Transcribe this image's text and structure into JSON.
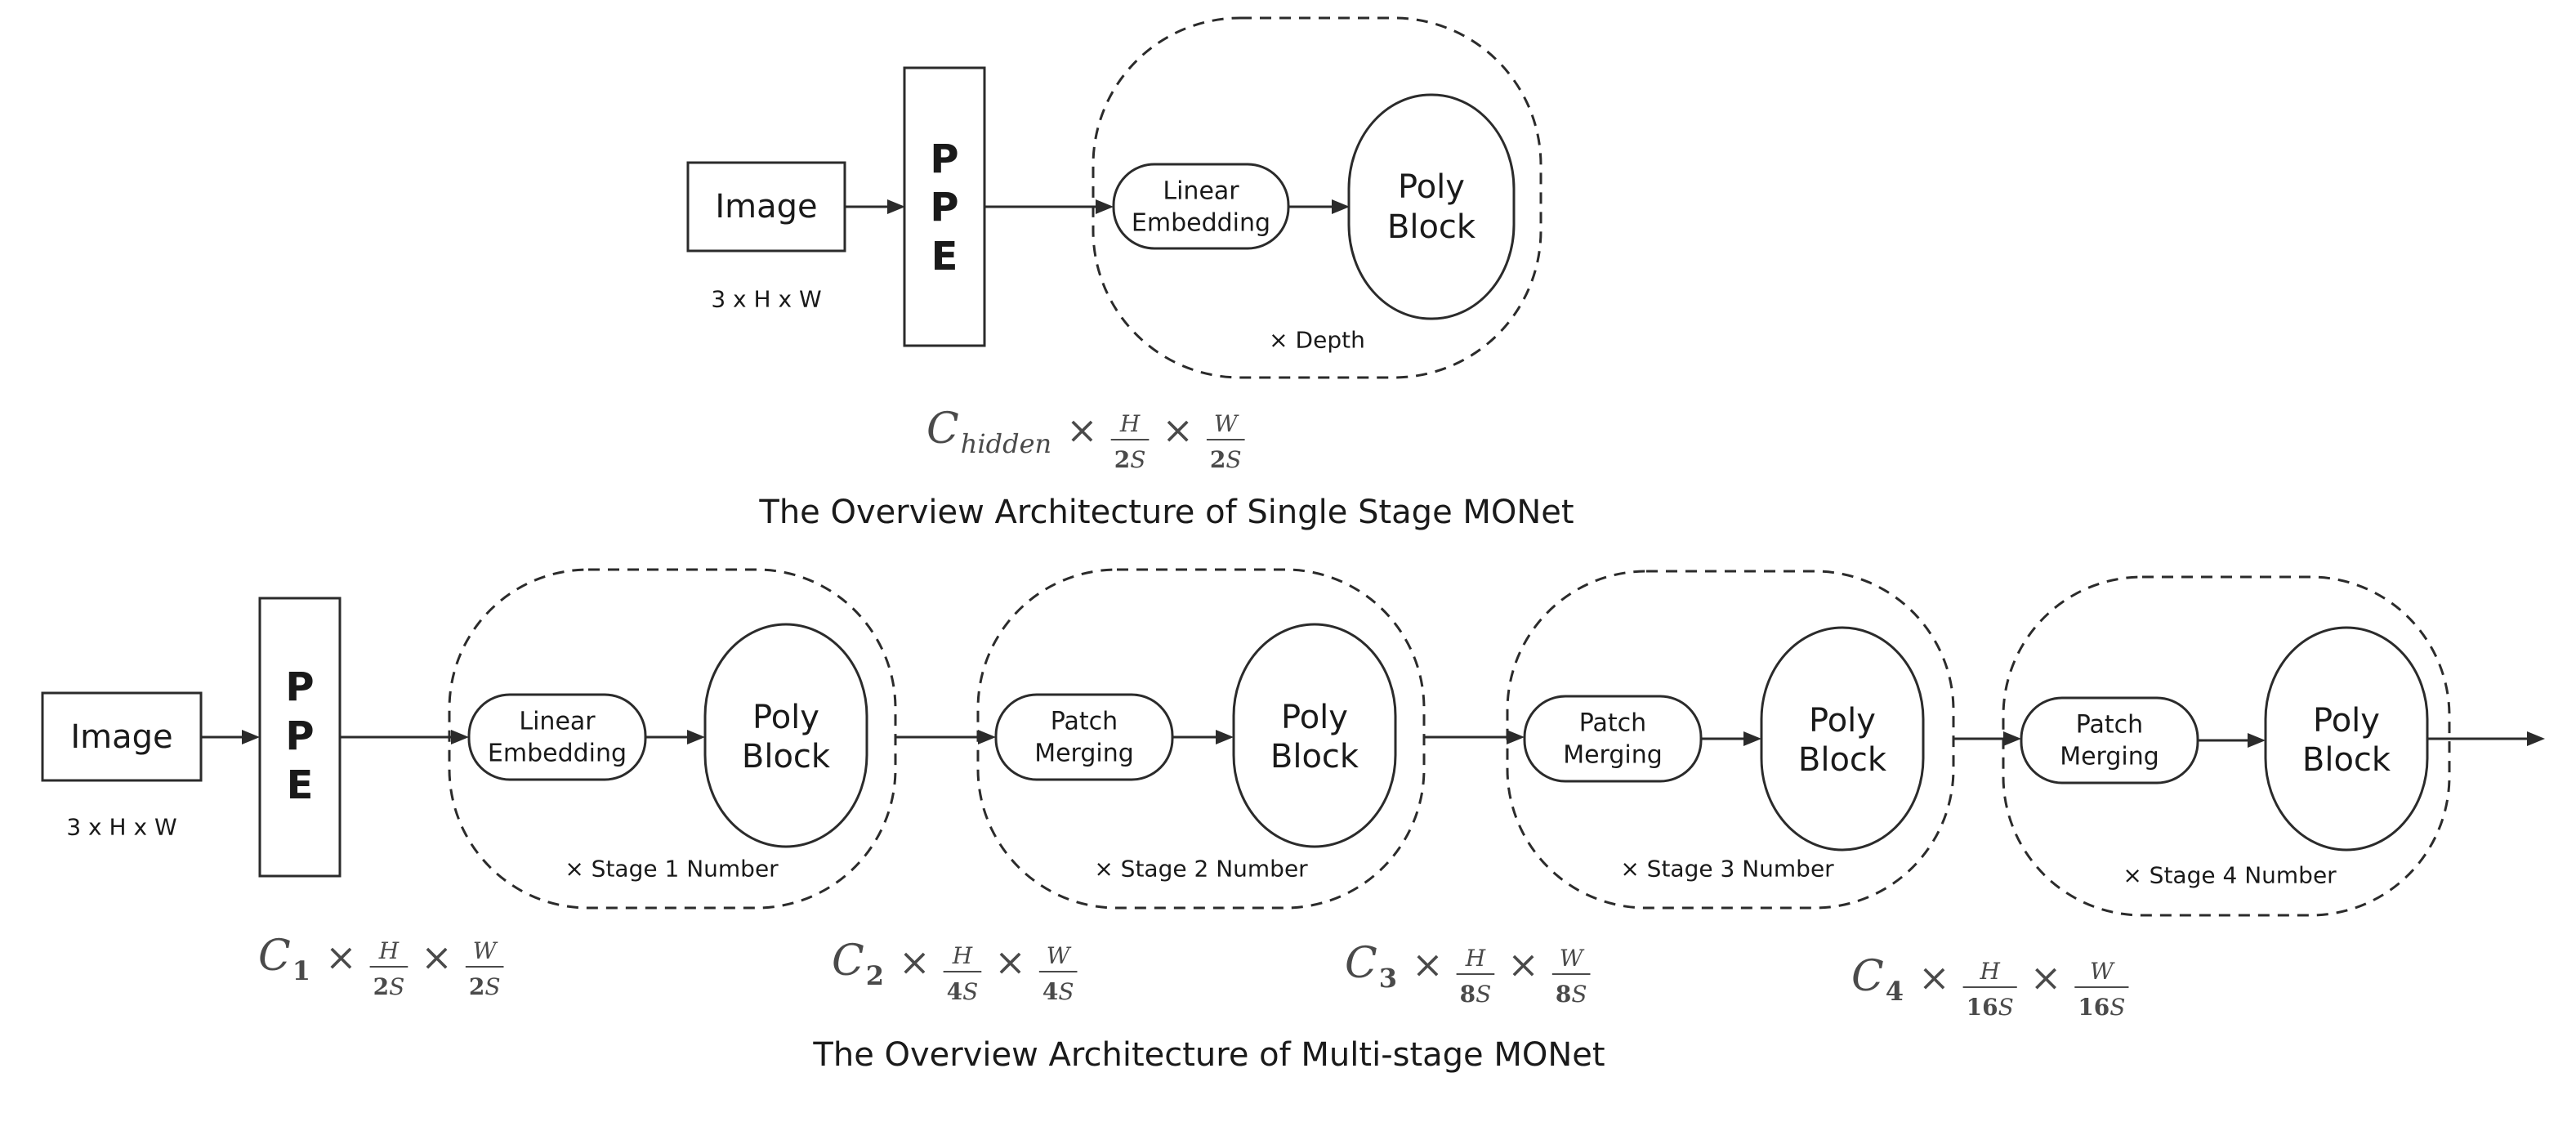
{
  "single_stage": {
    "image_label": "Image",
    "image_dims": "3 x H x W",
    "ppe_letters": [
      "P",
      "P",
      "E"
    ],
    "linear_line1": "Linear",
    "linear_line2": "Embedding",
    "poly_line1": "Poly",
    "poly_line2": "Block",
    "repeat_label": "× Depth",
    "formula": {
      "c": "C",
      "sub": "hidden",
      "sub_bold": false,
      "times": "×",
      "h_num": "H",
      "h_den_bold": "2",
      "h_den_it": "S",
      "w_num": "W",
      "w_den_bold": "2",
      "w_den_it": "S"
    },
    "caption": "The Overview Architecture of Single Stage MONet"
  },
  "multi_stage": {
    "image_label": "Image",
    "image_dims": "3 x H x W",
    "ppe_letters": [
      "P",
      "P",
      "E"
    ],
    "stages": [
      {
        "embed_line1": "Linear",
        "embed_line2": "Embedding",
        "poly_line1": "Poly",
        "poly_line2": "Block",
        "repeat_label": "× Stage 1 Number",
        "formula": {
          "c": "C",
          "sub": "1",
          "sub_bold": true,
          "times": "×",
          "h_num": "H",
          "h_den_bold": "2",
          "h_den_it": "S",
          "w_num": "W",
          "w_den_bold": "2",
          "w_den_it": "S"
        }
      },
      {
        "embed_line1": "Patch",
        "embed_line2": "Merging",
        "poly_line1": "Poly",
        "poly_line2": "Block",
        "repeat_label": "× Stage 2 Number",
        "formula": {
          "c": "C",
          "sub": "2",
          "sub_bold": true,
          "times": "×",
          "h_num": "H",
          "h_den_bold": "4",
          "h_den_it": "S",
          "w_num": "W",
          "w_den_bold": "4",
          "w_den_it": "S"
        }
      },
      {
        "embed_line1": "Patch",
        "embed_line2": "Merging",
        "poly_line1": "Poly",
        "poly_line2": "Block",
        "repeat_label": "× Stage 3 Number",
        "formula": {
          "c": "C",
          "sub": "3",
          "sub_bold": true,
          "times": "×",
          "h_num": "H",
          "h_den_bold": "8",
          "h_den_it": "S",
          "w_num": "W",
          "w_den_bold": "8",
          "w_den_it": "S"
        }
      },
      {
        "embed_line1": "Patch",
        "embed_line2": "Merging",
        "poly_line1": "Poly",
        "poly_line2": "Block",
        "repeat_label": "× Stage 4 Number",
        "formula": {
          "c": "C",
          "sub": "4",
          "sub_bold": true,
          "times": "×",
          "h_num": "H",
          "h_den_bold": "16",
          "h_den_it": "S",
          "w_num": "W",
          "w_den_bold": "16",
          "w_den_it": "S"
        }
      }
    ],
    "caption": "The Overview Architecture of Multi-stage MONet"
  }
}
